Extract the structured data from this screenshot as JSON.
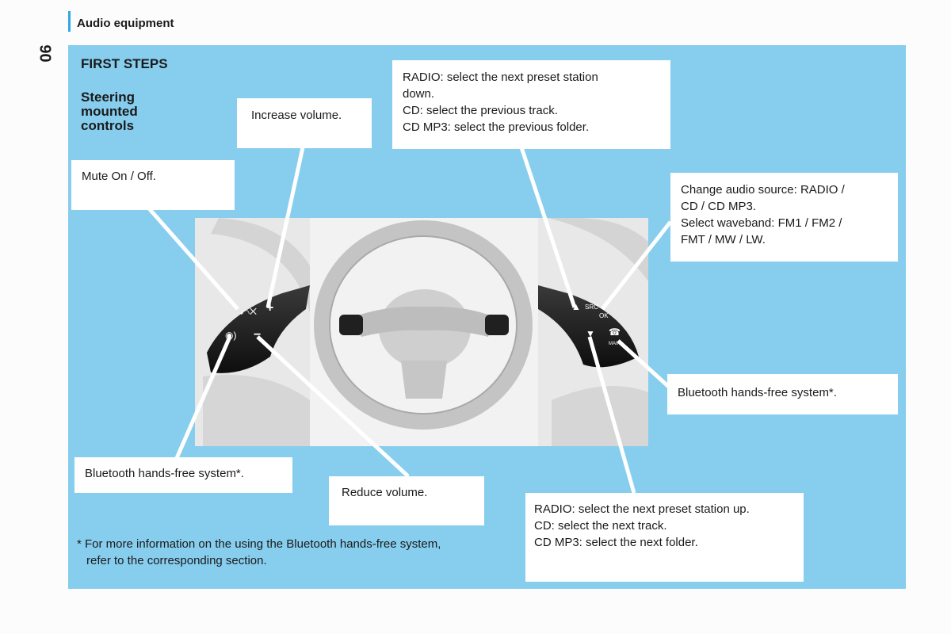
{
  "header": {
    "section_title": "Audio equipment",
    "page_number": "90"
  },
  "panel": {
    "heading": "FIRST STEPS",
    "subheading": "Steering mounted controls"
  },
  "callouts": {
    "increase_volume": "Increase volume.",
    "mute": "Mute On / Off.",
    "radio_down": [
      "RADIO: select the next preset station",
      "down.",
      "CD: select the previous track.",
      "CD MP3: select the previous folder."
    ],
    "source": [
      "Change audio source: RADIO /",
      "CD / CD MP3.",
      "Select waveband: FM1 / FM2 /",
      "FMT / MW / LW."
    ],
    "bluetooth_right": "Bluetooth hands-free system*.",
    "bluetooth_left": "Bluetooth hands-free system*.",
    "reduce_volume": "Reduce volume.",
    "radio_up": [
      "RADIO: select the next preset station up.",
      "CD: select the next track.",
      "CD MP3: select the next folder."
    ]
  },
  "footnote": [
    "* For more information on the using the Bluetooth hands-free system,",
    "refer to the corresponding section."
  ],
  "photo": {
    "left_labels": [
      "+",
      "−"
    ],
    "right_labels": [
      "SRC",
      "OK",
      "MAIN"
    ]
  },
  "colors": {
    "panel": "#87cdee",
    "accent": "#2fa9e0",
    "callout": "#ffffff"
  }
}
